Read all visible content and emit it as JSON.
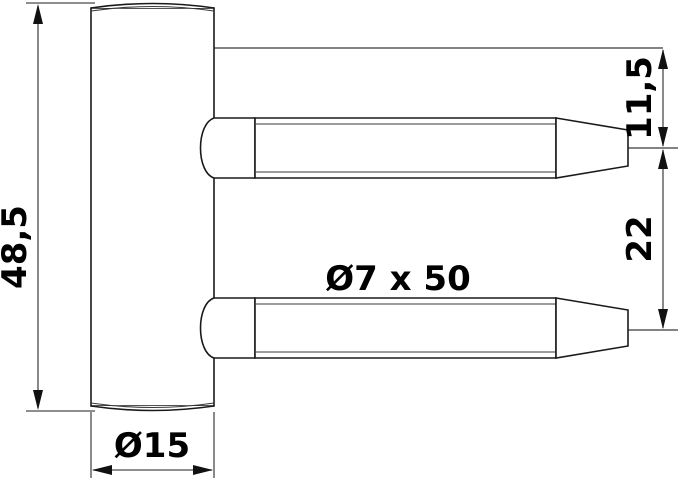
{
  "drawing": {
    "title": "Hinge pin technical drawing",
    "background_color": "#ffffff",
    "line_color": "#1a1a1a",
    "dimension_color": "#4a4a4a",
    "text_color": "#000000",
    "units": "mm",
    "projection": "side elevation"
  },
  "dimensions": {
    "overall_height": {
      "value": "48,5",
      "orientation": "vertical",
      "position": "left",
      "label_rotation": -90
    },
    "plate_width": {
      "value": "Ø15",
      "orientation": "horizontal",
      "position": "bottom",
      "label_rotation": 0
    },
    "top_offset": {
      "value": "11,5",
      "orientation": "vertical",
      "position": "right-upper",
      "label_rotation": -90
    },
    "pin_spacing": {
      "value": "22",
      "orientation": "vertical",
      "position": "right-lower",
      "label_rotation": -90
    },
    "pin_spec": {
      "value": "Ø7 x 50",
      "orientation": "horizontal",
      "position": "center",
      "label_rotation": 0
    }
  },
  "parts": {
    "plate": {
      "name": "mounting-plate",
      "description": "vertical rectangular plate with rounded chamfered top and bottom edges"
    },
    "upper_pin": {
      "name": "upper-pin",
      "description": "horizontal pin with rounded left head, straight knurled shaft and tapered right tip"
    },
    "lower_pin": {
      "name": "lower-pin",
      "description": "horizontal pin with rounded left head, straight knurled shaft and tapered right tip"
    }
  }
}
